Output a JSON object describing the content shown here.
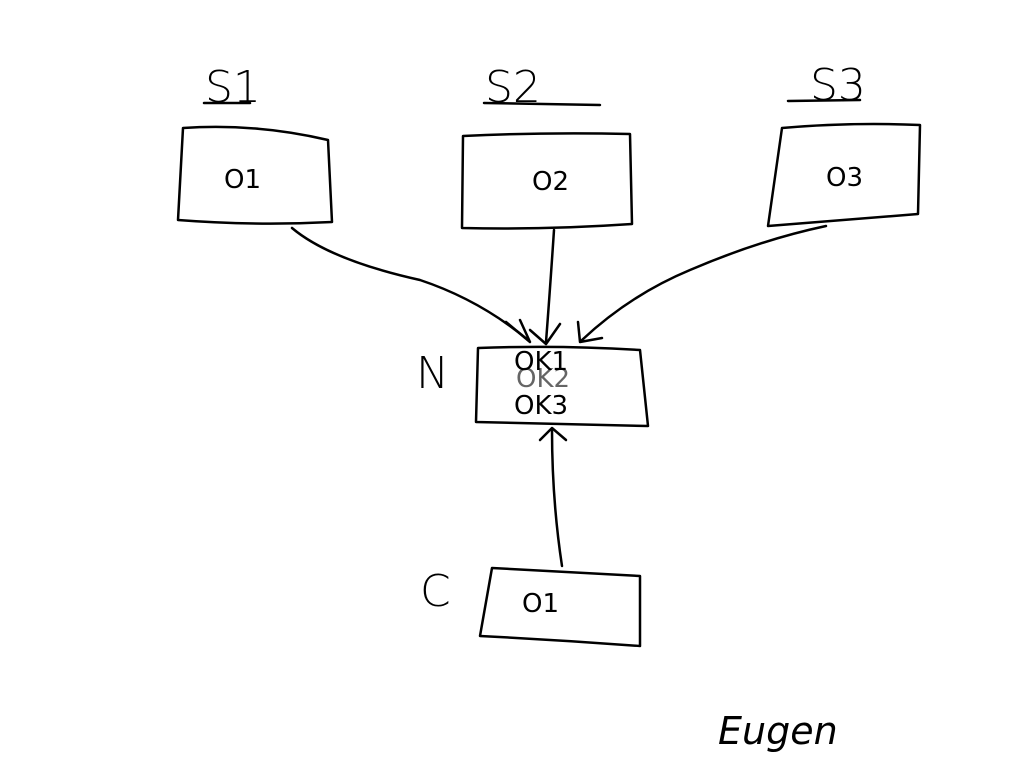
{
  "diagram": {
    "stroke_color": "#000000",
    "background_color": "#ffffff",
    "servers": [
      {
        "label": "S1",
        "box_text": "O1"
      },
      {
        "label": "S2",
        "box_text": "O2"
      },
      {
        "label": "S3",
        "box_text": "O3"
      }
    ],
    "node": {
      "label": "N",
      "lines": [
        "OK1",
        "OK3"
      ],
      "overwritten_line": "OK2"
    },
    "client": {
      "label": "C",
      "box_text": "O1"
    },
    "signature": "Eugen"
  }
}
